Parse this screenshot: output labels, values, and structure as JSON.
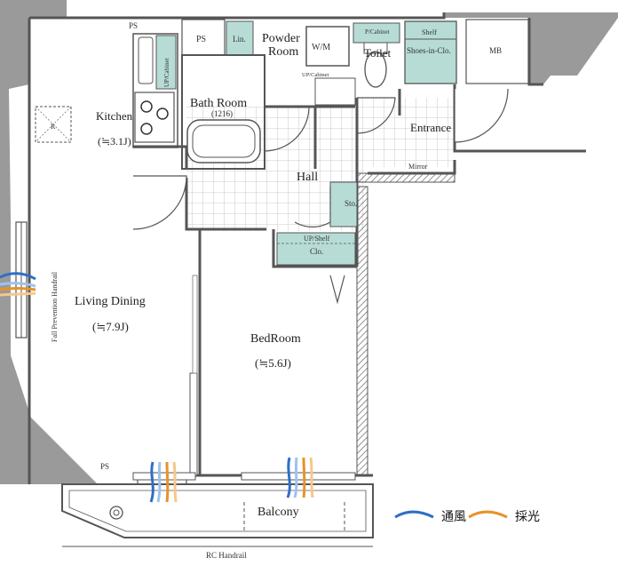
{
  "rooms": {
    "living_dining": {
      "name": "Living Dining",
      "size": "(≒7.9J)"
    },
    "kitchen": {
      "name": "Kitchen",
      "size": "(≒3.1J)"
    },
    "bedroom": {
      "name": "BedRoom",
      "size": "(≒5.6J)"
    },
    "bathroom": {
      "name": "Bath Room",
      "size": "(1216)"
    },
    "powder_room": {
      "name_line1": "Powder",
      "name_line2": "Room"
    },
    "toilet": {
      "name": "Toilet"
    },
    "hall": {
      "name": "Hall"
    },
    "entrance": {
      "name": "Entrance"
    },
    "balcony": {
      "name": "Balcony"
    }
  },
  "fixtures": {
    "ps_top": "PS",
    "ps_box": "PS",
    "ps_bottom": "PS",
    "linen": "Lin.",
    "washing_machine": "W/M",
    "up_cabinet_bath": "UP/Cabinet",
    "up_cabinet_kitchen": "UP/Cabinet",
    "p_cabinet": "P/Cabinet",
    "shelf": "Shelf",
    "shoes_in_closet": "Shoes-in-Clo.",
    "mb": "MB",
    "mirror": "Mirror",
    "storage": "Sto.",
    "up_shelf": "UP/Shelf",
    "closet": "Clo.",
    "fridge": "R",
    "fall_prevention": "Fall Prevention Handrail",
    "rc_handrail": "RC Handrail"
  },
  "legend": {
    "ventilation": "通風",
    "daylight": "採光"
  },
  "colors": {
    "wall": "#555555",
    "cabinet_fill": "#b7dcd6",
    "ventilation": "#2f6fc4",
    "daylight": "#e6932b",
    "grey_structure": "#9a9a9a"
  }
}
